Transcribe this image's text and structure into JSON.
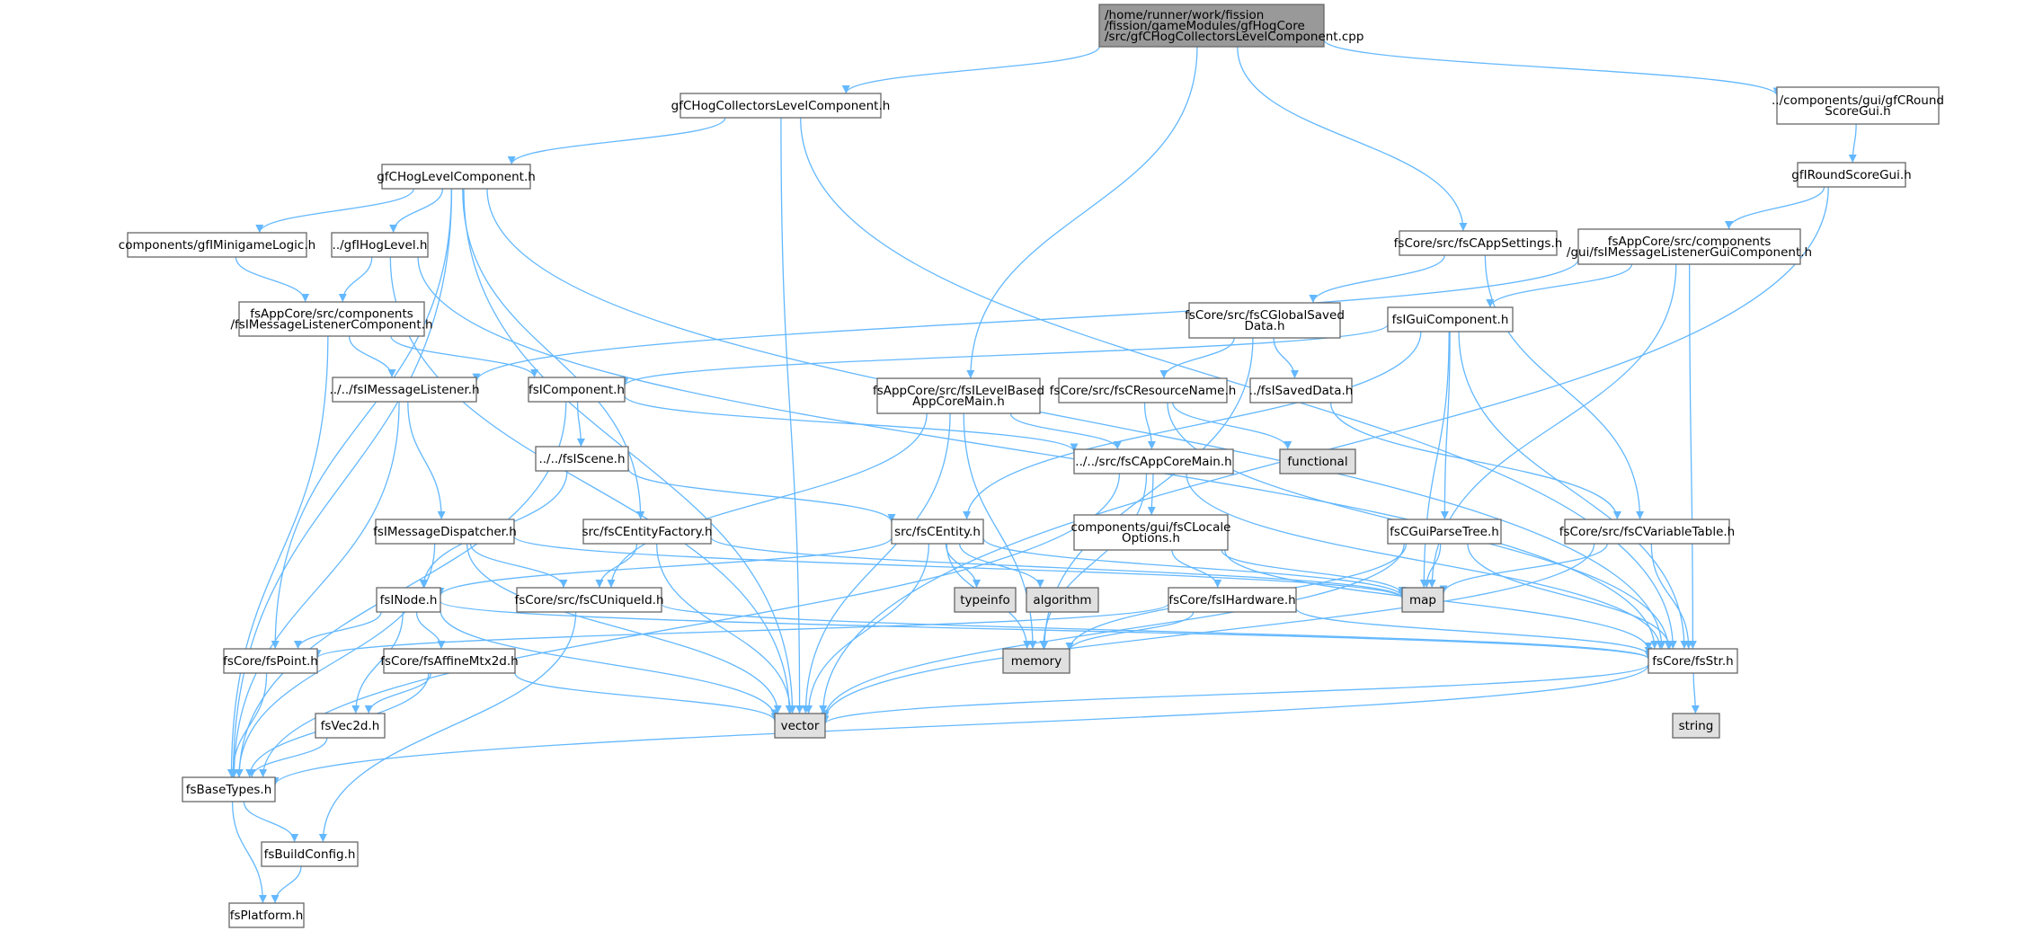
{
  "nodes": [
    {
      "id": "root",
      "lines": [
        "/home/runner/work/fission",
        "/fission/gameModules/gfHogCore",
        "/src/gfCHogCollectorsLevelComponent.cpp"
      ],
      "style": "root"
    },
    {
      "id": "gfCHogCollectorsLevelComponent",
      "lines": [
        "gfCHogCollectorsLevelComponent.h"
      ],
      "style": "normal"
    },
    {
      "id": "gfCRoundScoreGui",
      "lines": [
        "../components/gui/gfCRound",
        "ScoreGui.h"
      ],
      "style": "normal"
    },
    {
      "id": "gfCHogLevelComponent",
      "lines": [
        "gfCHogLevelComponent.h"
      ],
      "style": "normal"
    },
    {
      "id": "gfIRoundScoreGui",
      "lines": [
        "gfIRoundScoreGui.h"
      ],
      "style": "normal"
    },
    {
      "id": "fsIMessageListenerGuiComponent",
      "lines": [
        "fsAppCore/src/components",
        "/gui/fsIMessageListenerGuiComponent.h"
      ],
      "style": "normal"
    },
    {
      "id": "gfIMinigameLogic",
      "lines": [
        "components/gfIMinigameLogic.h"
      ],
      "style": "normal"
    },
    {
      "id": "gfIHogLevel",
      "lines": [
        "../gfIHogLevel.h"
      ],
      "style": "normal"
    },
    {
      "id": "fsCAppSettings",
      "lines": [
        "fsCore/src/fsCAppSettings.h"
      ],
      "style": "normal"
    },
    {
      "id": "fsIMessageListenerComponent",
      "lines": [
        "fsAppCore/src/components",
        "/fsIMessageListenerComponent.h"
      ],
      "style": "normal"
    },
    {
      "id": "fsCGlobalSavedData",
      "lines": [
        "fsCore/src/fsCGlobalSaved",
        "Data.h"
      ],
      "style": "normal"
    },
    {
      "id": "fsIGuiComponent",
      "lines": [
        "fsIGuiComponent.h"
      ],
      "style": "normal"
    },
    {
      "id": "fsIMessageListener",
      "lines": [
        "../../fsIMessageListener.h"
      ],
      "style": "normal"
    },
    {
      "id": "fsIComponent",
      "lines": [
        "fsIComponent.h"
      ],
      "style": "normal"
    },
    {
      "id": "fsILevelBasedAppCoreMain",
      "lines": [
        "fsAppCore/src/fsILevelBased",
        "AppCoreMain.h"
      ],
      "style": "normal"
    },
    {
      "id": "fsCResourceName",
      "lines": [
        "fsCore/src/fsCResourceName.h"
      ],
      "style": "normal"
    },
    {
      "id": "fsISavedData",
      "lines": [
        "../fsISavedData.h"
      ],
      "style": "normal"
    },
    {
      "id": "functional",
      "lines": [
        "functional"
      ],
      "style": "ext"
    },
    {
      "id": "fsIScene",
      "lines": [
        "../../fsIScene.h"
      ],
      "style": "normal"
    },
    {
      "id": "fsCAppCoreMain",
      "lines": [
        "../../src/fsCAppCoreMain.h"
      ],
      "style": "normal"
    },
    {
      "id": "fsIMessageDispatcher",
      "lines": [
        "fsIMessageDispatcher.h"
      ],
      "style": "normal"
    },
    {
      "id": "fsCEntityFactory",
      "lines": [
        "src/fsCEntityFactory.h"
      ],
      "style": "normal"
    },
    {
      "id": "fsCEntity",
      "lines": [
        "src/fsCEntity.h"
      ],
      "style": "normal"
    },
    {
      "id": "fsCLocaleOptions",
      "lines": [
        "components/gui/fsCLocale",
        "Options.h"
      ],
      "style": "normal"
    },
    {
      "id": "fsCGuiParseTree",
      "lines": [
        "fsCGuiParseTree.h"
      ],
      "style": "normal"
    },
    {
      "id": "fsCVariableTable",
      "lines": [
        "fsCore/src/fsCVariableTable.h"
      ],
      "style": "normal"
    },
    {
      "id": "fsINode",
      "lines": [
        "fsINode.h"
      ],
      "style": "normal"
    },
    {
      "id": "fsCUniqueId",
      "lines": [
        "fsCore/src/fsCUniqueId.h"
      ],
      "style": "normal"
    },
    {
      "id": "typeinfo",
      "lines": [
        "typeinfo"
      ],
      "style": "ext"
    },
    {
      "id": "algorithm",
      "lines": [
        "algorithm"
      ],
      "style": "ext"
    },
    {
      "id": "fsIHardware",
      "lines": [
        "fsCore/fsIHardware.h"
      ],
      "style": "normal"
    },
    {
      "id": "map",
      "lines": [
        "map"
      ],
      "style": "ext"
    },
    {
      "id": "fsPoint",
      "lines": [
        "fsCore/fsPoint.h"
      ],
      "style": "normal"
    },
    {
      "id": "fsAffineMtx2d",
      "lines": [
        "fsCore/fsAffineMtx2d.h"
      ],
      "style": "normal"
    },
    {
      "id": "memory",
      "lines": [
        "memory"
      ],
      "style": "ext"
    },
    {
      "id": "fsStr",
      "lines": [
        "fsCore/fsStr.h"
      ],
      "style": "normal"
    },
    {
      "id": "fsVec2d",
      "lines": [
        "fsVec2d.h"
      ],
      "style": "normal"
    },
    {
      "id": "vector",
      "lines": [
        "vector"
      ],
      "style": "ext"
    },
    {
      "id": "string",
      "lines": [
        "string"
      ],
      "style": "ext"
    },
    {
      "id": "fsBaseTypes",
      "lines": [
        "fsBaseTypes.h"
      ],
      "style": "normal"
    },
    {
      "id": "fsBuildConfig",
      "lines": [
        "fsBuildConfig.h"
      ],
      "style": "normal"
    },
    {
      "id": "fsPlatform",
      "lines": [
        "fsPlatform.h"
      ],
      "style": "normal"
    }
  ],
  "edges": [
    [
      "root",
      "gfCHogCollectorsLevelComponent"
    ],
    [
      "root",
      "gfCRoundScoreGui"
    ],
    [
      "root",
      "fsILevelBasedAppCoreMain"
    ],
    [
      "root",
      "fsCAppSettings"
    ],
    [
      "gfCHogCollectorsLevelComponent",
      "gfCHogLevelComponent"
    ],
    [
      "gfCHogCollectorsLevelComponent",
      "vector"
    ],
    [
      "gfCHogCollectorsLevelComponent",
      "fsStr"
    ],
    [
      "gfCRoundScoreGui",
      "gfIRoundScoreGui"
    ],
    [
      "gfIRoundScoreGui",
      "fsIMessageListenerGuiComponent"
    ],
    [
      "gfIRoundScoreGui",
      "vector"
    ],
    [
      "gfCHogLevelComponent",
      "gfIMinigameLogic"
    ],
    [
      "gfCHogLevelComponent",
      "gfIHogLevel"
    ],
    [
      "gfCHogLevelComponent",
      "fsPoint"
    ],
    [
      "gfCHogLevelComponent",
      "fsCEntityFactory"
    ],
    [
      "gfCHogLevelComponent",
      "vector"
    ],
    [
      "gfCHogLevelComponent",
      "fsStr"
    ],
    [
      "gfCHogLevelComponent",
      "fsBaseTypes"
    ],
    [
      "gfIMinigameLogic",
      "fsIMessageListenerComponent"
    ],
    [
      "gfIHogLevel",
      "fsIMessageListenerComponent"
    ],
    [
      "gfIHogLevel",
      "vector"
    ],
    [
      "gfIHogLevel",
      "fsStr"
    ],
    [
      "fsIMessageListenerComponent",
      "fsIMessageListener"
    ],
    [
      "fsIMessageListenerComponent",
      "fsIComponent"
    ],
    [
      "fsIMessageListenerComponent",
      "fsBaseTypes"
    ],
    [
      "fsIMessageListenerGuiComponent",
      "fsIMessageListener"
    ],
    [
      "fsIMessageListenerGuiComponent",
      "fsIGuiComponent"
    ],
    [
      "fsIMessageListenerGuiComponent",
      "map"
    ],
    [
      "fsIMessageListenerGuiComponent",
      "fsStr"
    ],
    [
      "fsCAppSettings",
      "fsCGlobalSavedData"
    ],
    [
      "fsCAppSettings",
      "fsCVariableTable"
    ],
    [
      "fsCGlobalSavedData",
      "fsCResourceName"
    ],
    [
      "fsCGlobalSavedData",
      "fsISavedData"
    ],
    [
      "fsCGlobalSavedData",
      "memory"
    ],
    [
      "fsIGuiComponent",
      "fsIComponent"
    ],
    [
      "fsIGuiComponent",
      "fsCEntity"
    ],
    [
      "fsIGuiComponent",
      "fsCGuiParseTree"
    ],
    [
      "fsIGuiComponent",
      "map"
    ],
    [
      "fsIGuiComponent",
      "fsStr"
    ],
    [
      "fsIMessageListener",
      "fsIMessageDispatcher"
    ],
    [
      "fsIMessageListener",
      "fsBaseTypes"
    ],
    [
      "fsIComponent",
      "fsIScene"
    ],
    [
      "fsIComponent",
      "fsCAppCoreMain"
    ],
    [
      "fsIComponent",
      "fsBaseTypes"
    ],
    [
      "fsILevelBasedAppCoreMain",
      "fsCAppCoreMain"
    ],
    [
      "fsILevelBasedAppCoreMain",
      "fsCUniqueId"
    ],
    [
      "fsILevelBasedAppCoreMain",
      "memory"
    ],
    [
      "fsILevelBasedAppCoreMain",
      "vector"
    ],
    [
      "fsCResourceName",
      "fsCAppCoreMain"
    ],
    [
      "fsCResourceName",
      "functional"
    ],
    [
      "fsCResourceName",
      "fsStr"
    ],
    [
      "fsISavedData",
      "fsCVariableTable"
    ],
    [
      "fsIScene",
      "fsCEntity"
    ],
    [
      "fsIScene",
      "fsINode"
    ],
    [
      "fsCAppCoreMain",
      "fsCLocaleOptions"
    ],
    [
      "fsCAppCoreMain",
      "memory"
    ],
    [
      "fsCAppCoreMain",
      "fsStr"
    ],
    [
      "fsCAppCoreMain",
      "fsBaseTypes"
    ],
    [
      "fsIMessageDispatcher",
      "fsCUniqueId"
    ],
    [
      "fsIMessageDispatcher",
      "map"
    ],
    [
      "fsIMessageDispatcher",
      "vector"
    ],
    [
      "fsIMessageDispatcher",
      "fsBaseTypes"
    ],
    [
      "fsCEntityFactory",
      "fsCUniqueId"
    ],
    [
      "fsCEntityFactory",
      "map"
    ],
    [
      "fsCEntityFactory",
      "vector"
    ],
    [
      "fsCEntity",
      "fsINode"
    ],
    [
      "fsCEntity",
      "typeinfo"
    ],
    [
      "fsCEntity",
      "algorithm"
    ],
    [
      "fsCEntity",
      "map"
    ],
    [
      "fsCEntity",
      "memory"
    ],
    [
      "fsCEntity",
      "vector"
    ],
    [
      "fsCLocaleOptions",
      "fsIHardware"
    ],
    [
      "fsCLocaleOptions",
      "map"
    ],
    [
      "fsCLocaleOptions",
      "fsStr"
    ],
    [
      "fsCGuiParseTree",
      "map"
    ],
    [
      "fsCGuiParseTree",
      "memory"
    ],
    [
      "fsCGuiParseTree",
      "fsStr"
    ],
    [
      "fsCGuiParseTree",
      "vector"
    ],
    [
      "fsCVariableTable",
      "map"
    ],
    [
      "fsCVariableTable",
      "fsStr"
    ],
    [
      "fsCVariableTable",
      "vector"
    ],
    [
      "fsINode",
      "fsPoint"
    ],
    [
      "fsINode",
      "fsAffineMtx2d"
    ],
    [
      "fsINode",
      "fsVec2d"
    ],
    [
      "fsINode",
      "vector"
    ],
    [
      "fsINode",
      "fsStr"
    ],
    [
      "fsCUniqueId",
      "fsStr"
    ],
    [
      "fsCUniqueId",
      "fsBuildConfig"
    ],
    [
      "fsIHardware",
      "fsPoint"
    ],
    [
      "fsIHardware",
      "memory"
    ],
    [
      "fsIHardware",
      "fsStr"
    ],
    [
      "fsPoint",
      "fsBaseTypes"
    ],
    [
      "fsAffineMtx2d",
      "fsVec2d"
    ],
    [
      "fsAffineMtx2d",
      "vector"
    ],
    [
      "fsAffineMtx2d",
      "fsBaseTypes"
    ],
    [
      "fsStr",
      "vector"
    ],
    [
      "fsStr",
      "string"
    ],
    [
      "fsStr",
      "fsBaseTypes"
    ],
    [
      "fsVec2d",
      "fsBaseTypes"
    ],
    [
      "fsBaseTypes",
      "fsBuildConfig"
    ],
    [
      "fsBaseTypes",
      "fsPlatform"
    ],
    [
      "fsBuildConfig",
      "fsPlatform"
    ]
  ],
  "colors": {
    "edge": "#63b8ff",
    "root_fill": "#999999",
    "ext_fill": "#e0e0e0",
    "node_fill": "#ffffff",
    "border": "#666666",
    "text": "#000000"
  }
}
